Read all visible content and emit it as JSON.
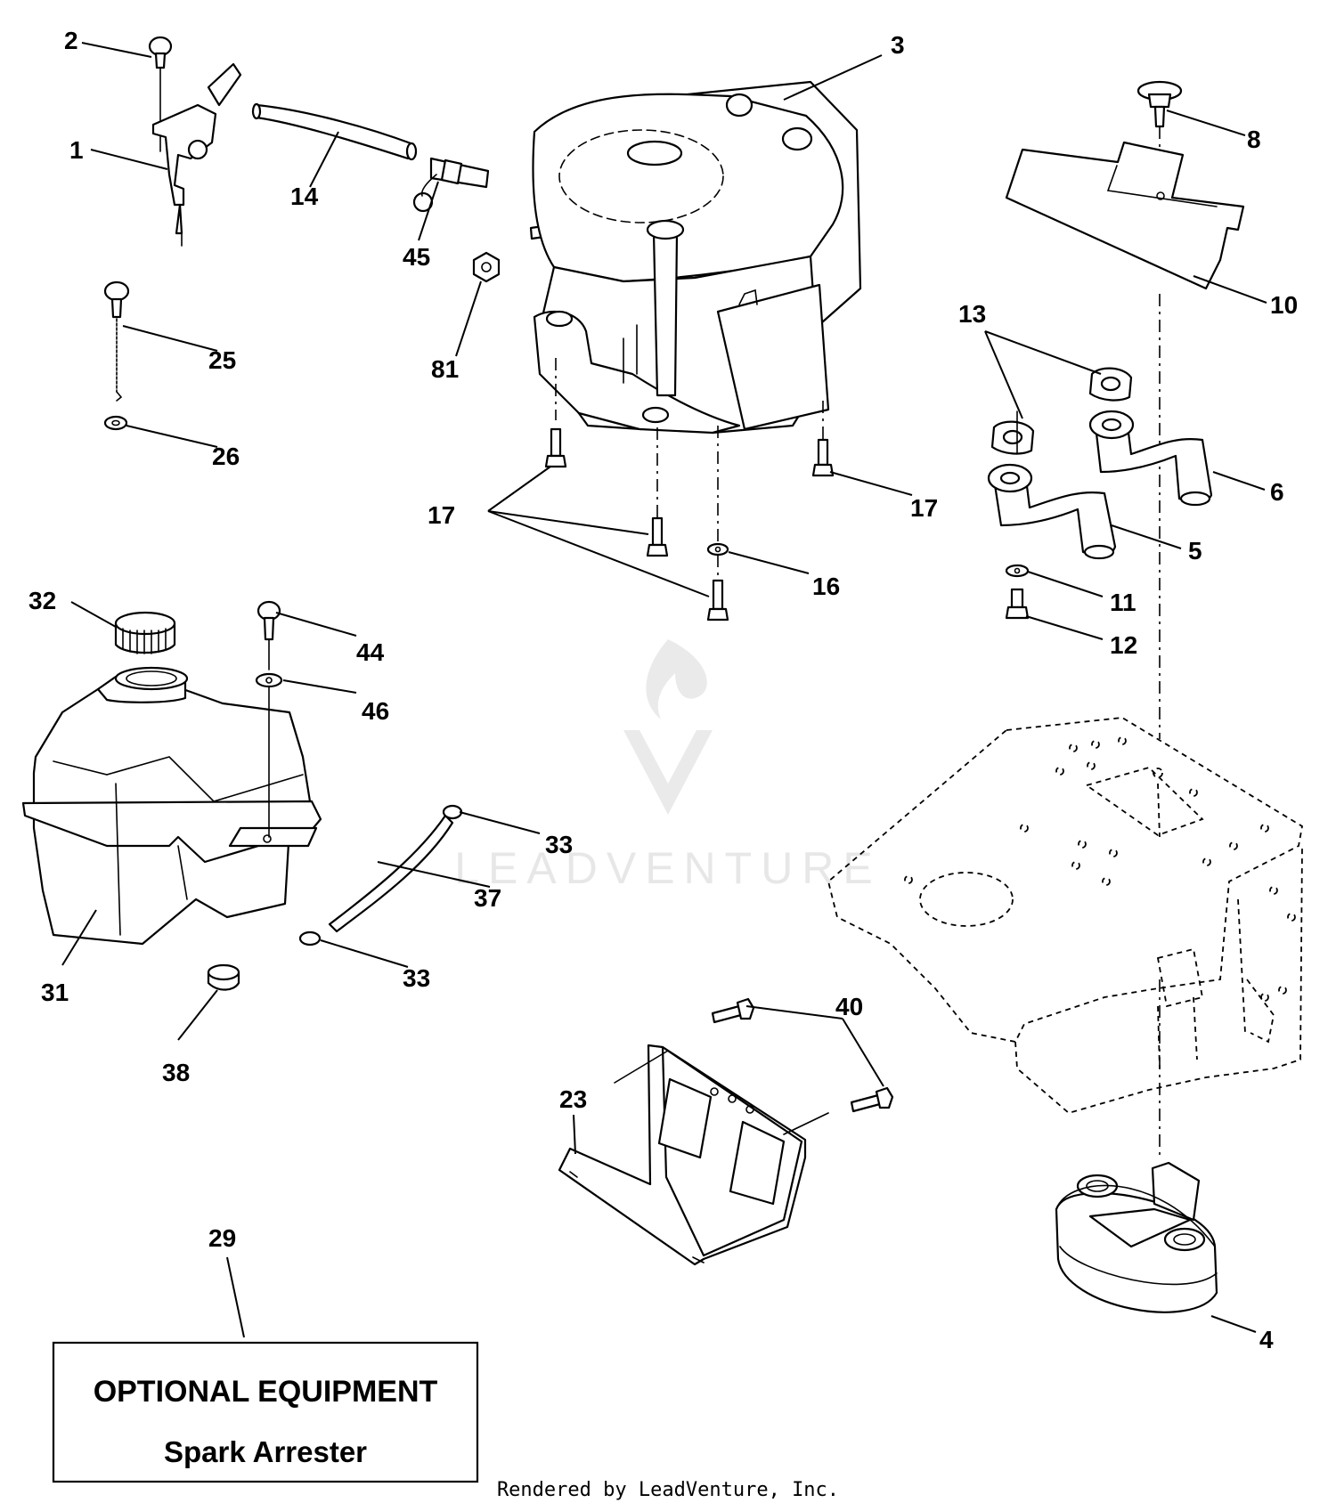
{
  "callouts": [
    {
      "id": "c1",
      "text": "1"
    },
    {
      "id": "c2",
      "text": "2"
    },
    {
      "id": "c3",
      "text": "3"
    },
    {
      "id": "c4",
      "text": "4"
    },
    {
      "id": "c5",
      "text": "5"
    },
    {
      "id": "c6",
      "text": "6"
    },
    {
      "id": "c8",
      "text": "8"
    },
    {
      "id": "c10",
      "text": "10"
    },
    {
      "id": "c11",
      "text": "11"
    },
    {
      "id": "c12",
      "text": "12"
    },
    {
      "id": "c13",
      "text": "13"
    },
    {
      "id": "c14",
      "text": "14"
    },
    {
      "id": "c16",
      "text": "16"
    },
    {
      "id": "c17a",
      "text": "17"
    },
    {
      "id": "c17b",
      "text": "17"
    },
    {
      "id": "c23",
      "text": "23"
    },
    {
      "id": "c25",
      "text": "25"
    },
    {
      "id": "c26",
      "text": "26"
    },
    {
      "id": "c29",
      "text": "29"
    },
    {
      "id": "c31",
      "text": "31"
    },
    {
      "id": "c32",
      "text": "32"
    },
    {
      "id": "c33a",
      "text": "33"
    },
    {
      "id": "c33b",
      "text": "33"
    },
    {
      "id": "c37",
      "text": "37"
    },
    {
      "id": "c38",
      "text": "38"
    },
    {
      "id": "c40",
      "text": "40"
    },
    {
      "id": "c44",
      "text": "44"
    },
    {
      "id": "c45",
      "text": "45"
    },
    {
      "id": "c46",
      "text": "46"
    },
    {
      "id": "c81",
      "text": "81"
    }
  ],
  "optional_box": {
    "title": "OPTIONAL EQUIPMENT",
    "item": "Spark Arrester"
  },
  "watermark": "LEADVENTURE",
  "footer": "Rendered by LeadVenture, Inc."
}
